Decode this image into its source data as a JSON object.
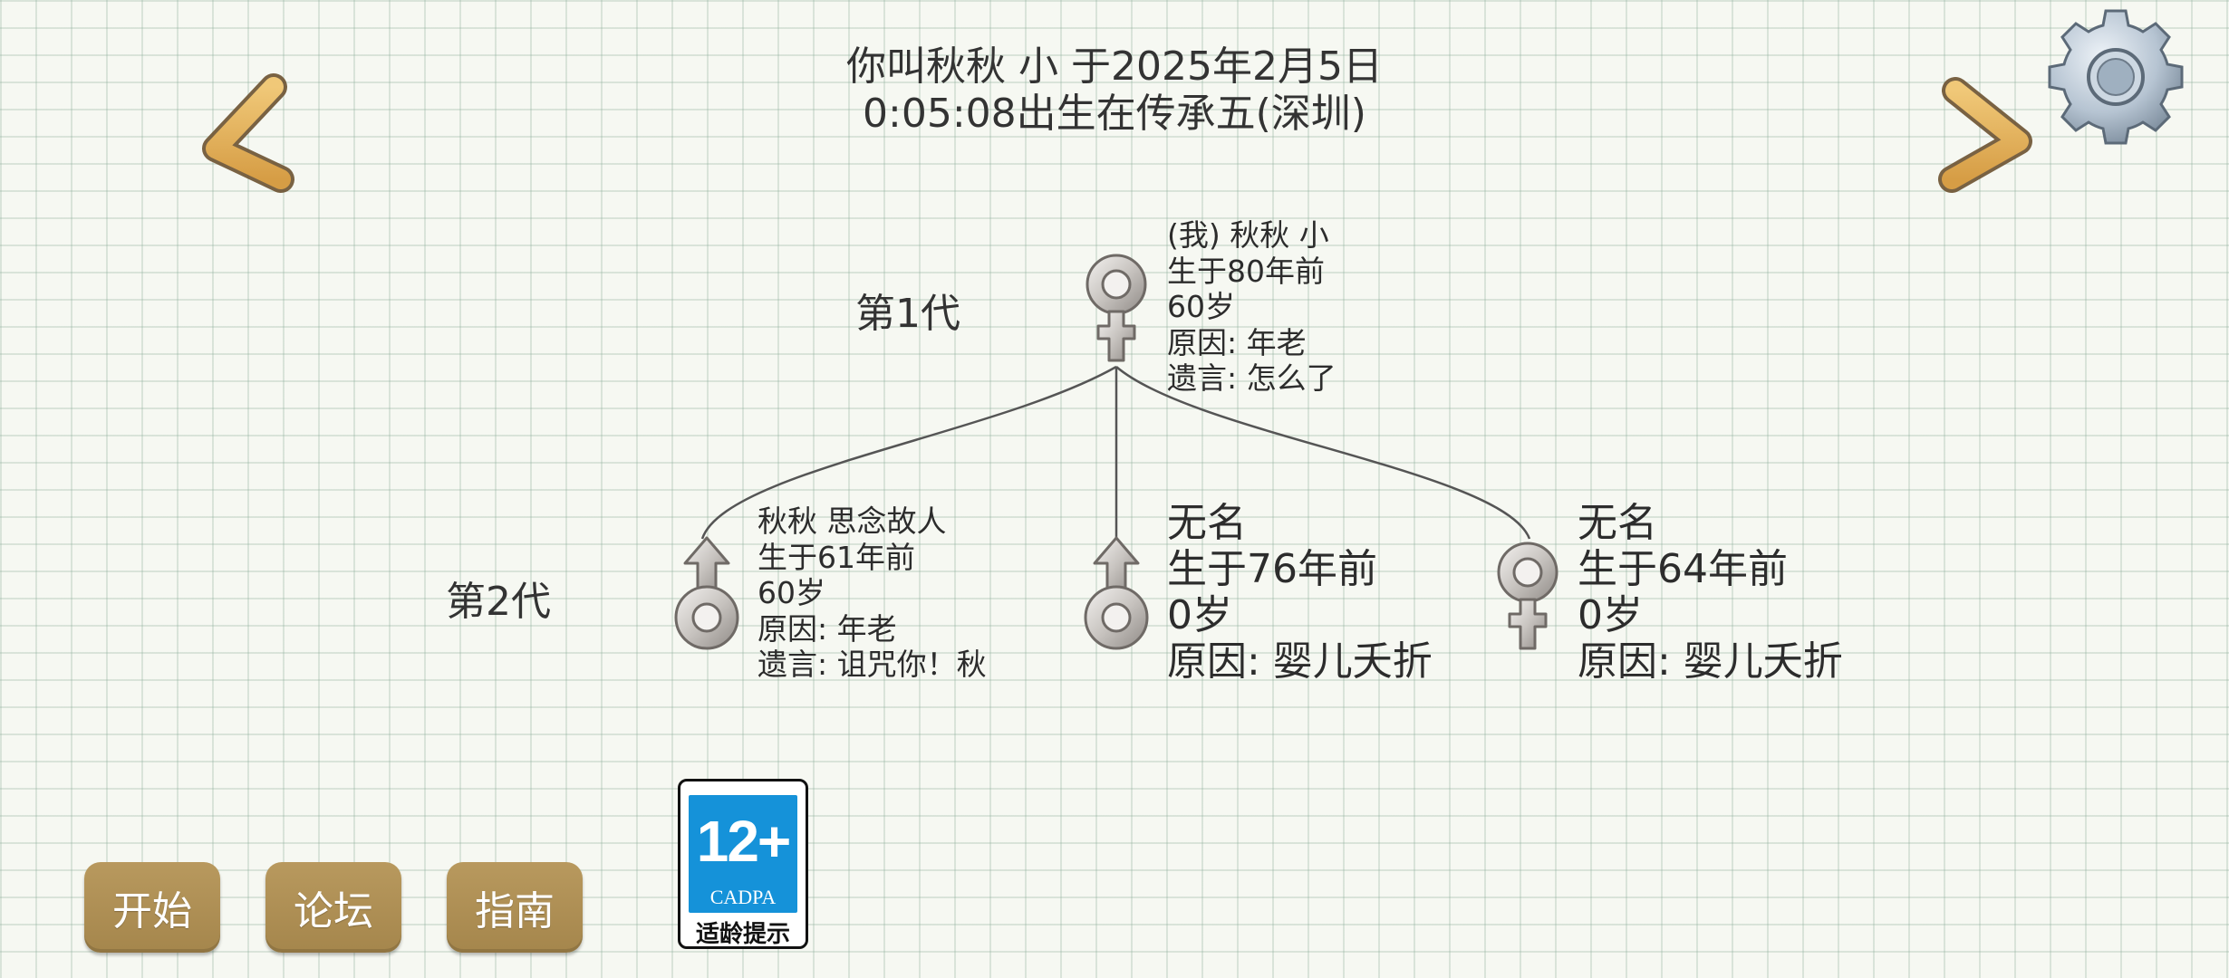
{
  "header": {
    "line1": "你叫秋秋 小 于2025年2月5日",
    "line2": "0:05:08出生在传承五(深圳)"
  },
  "nav": {
    "prev_icon": "left-arrow-icon",
    "next_icon": "right-arrow-icon",
    "settings_icon": "gear-icon"
  },
  "generations": [
    {
      "label": "第1代"
    },
    {
      "label": "第2代"
    }
  ],
  "self": {
    "gender": "female",
    "lines": [
      "(我) 秋秋 小",
      "生于80年前",
      "60岁",
      "原因:  年老",
      "遗言:  怎么了"
    ]
  },
  "children": [
    {
      "gender": "male",
      "lines": [
        "秋秋 思念故人",
        "生于61年前",
        "60岁",
        "原因:  年老",
        "遗言:  诅咒你！秋"
      ]
    },
    {
      "gender": "male",
      "lines": [
        "无名",
        "生于76年前",
        "0岁",
        "原因:  婴儿夭折"
      ]
    },
    {
      "gender": "female",
      "lines": [
        "无名",
        "生于64年前",
        "0岁",
        "原因:  婴儿夭折"
      ]
    }
  ],
  "buttons": {
    "start": "开始",
    "forum": "论坛",
    "guide": "指南"
  },
  "age_rating": {
    "number": "12+",
    "org": "CADPA",
    "caption": "适龄提示"
  },
  "colors": {
    "button": "#a98a50",
    "arrow": "#e2b460",
    "badge_blue": "#1592d9",
    "symbol_silver": "#c9c6c3"
  }
}
